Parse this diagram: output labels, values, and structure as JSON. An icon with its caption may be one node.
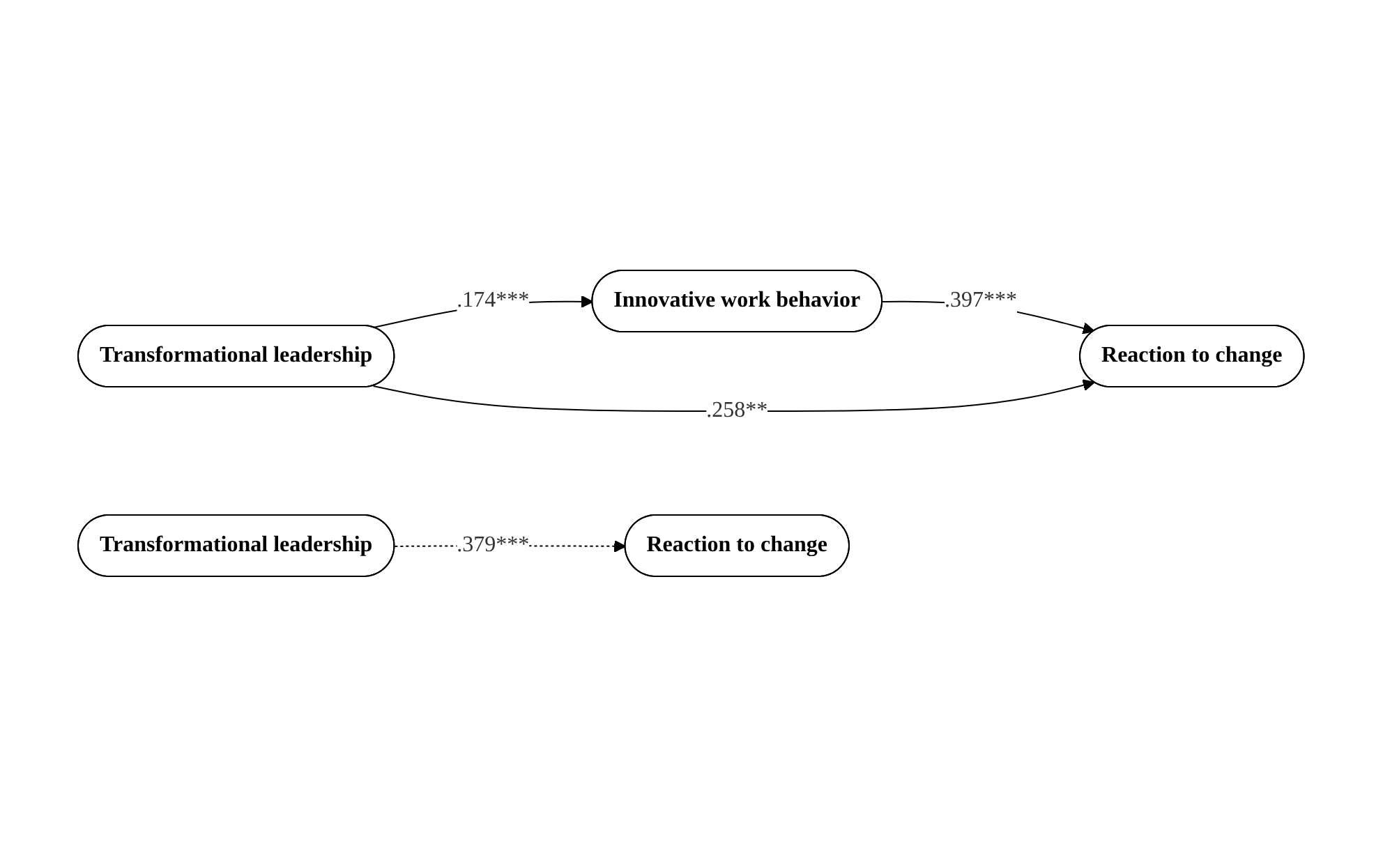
{
  "diagram": {
    "nodes": [
      {
        "text": [
          "Transformational leadership"
        ]
      },
      {
        "text": [
          "Innovative work behavior"
        ]
      },
      {
        "text": [
          "Reaction to change"
        ]
      },
      {
        "text": [
          "Transformational leadership"
        ]
      },
      {
        "text": [
          "Reaction to change"
        ]
      }
    ],
    "edges": [
      {
        "from": 0,
        "to": 1,
        "arrow": "to",
        "label": ".174***"
      },
      {
        "from": 1,
        "to": 2,
        "arrow": "to",
        "label": ".397***"
      },
      {
        "from": 0,
        "to": 2,
        "arrow": "to",
        "label": ".258**"
      },
      {
        "from": 3,
        "to": 4,
        "arrow": "to",
        "label": ".379***",
        "style": "dashed"
      }
    ]
  }
}
